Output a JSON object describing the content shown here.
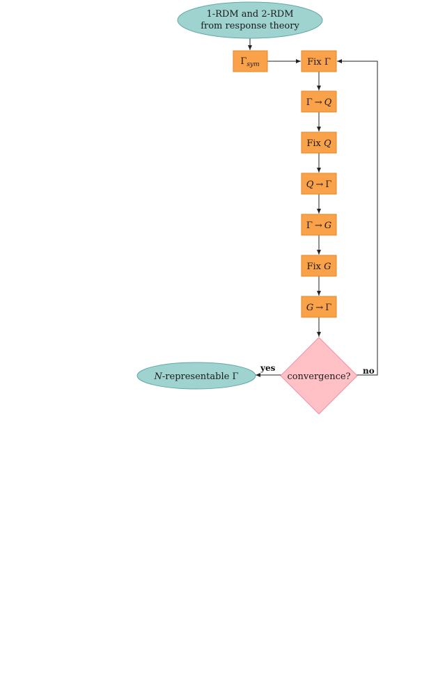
{
  "colors": {
    "terminal_fill": "#9fd3d0",
    "terminal_stroke": "#5fa9a6",
    "process_fill": "#f9a24a",
    "process_stroke": "#e68525",
    "decision_fill": "#ffc0c6",
    "decision_stroke": "#e891a4",
    "edge": "#222222"
  },
  "nodes": {
    "start": {
      "line1": "1-RDM and 2-RDM",
      "line2": "from response theory",
      "shape": "ellipse"
    },
    "gamma_sym": {
      "base": "Γ",
      "subscript": "sym",
      "shape": "rectangle"
    },
    "fix_gamma": {
      "prefix": "Fix ",
      "symbol": "Γ",
      "shape": "rectangle"
    },
    "gamma_to_q": {
      "from": "Γ",
      "arrow": "→",
      "to": "Q",
      "shape": "rectangle"
    },
    "fix_q": {
      "prefix": "Fix ",
      "symbol": "Q",
      "shape": "rectangle"
    },
    "q_to_gamma": {
      "from": "Q",
      "arrow": "→",
      "to": "Γ",
      "shape": "rectangle"
    },
    "gamma_to_g": {
      "from": "Γ",
      "arrow": "→",
      "to": "G",
      "shape": "rectangle"
    },
    "fix_g": {
      "prefix": "Fix ",
      "symbol": "G",
      "shape": "rectangle"
    },
    "g_to_gamma": {
      "from": "G",
      "arrow": "→",
      "to": "Γ",
      "shape": "rectangle"
    },
    "convergence": {
      "label": "convergence?",
      "shape": "diamond"
    },
    "result": {
      "symbol": "N",
      "text": "-representable Γ",
      "shape": "ellipse"
    }
  },
  "edges": {
    "yes_label": "yes",
    "no_label": "no"
  }
}
